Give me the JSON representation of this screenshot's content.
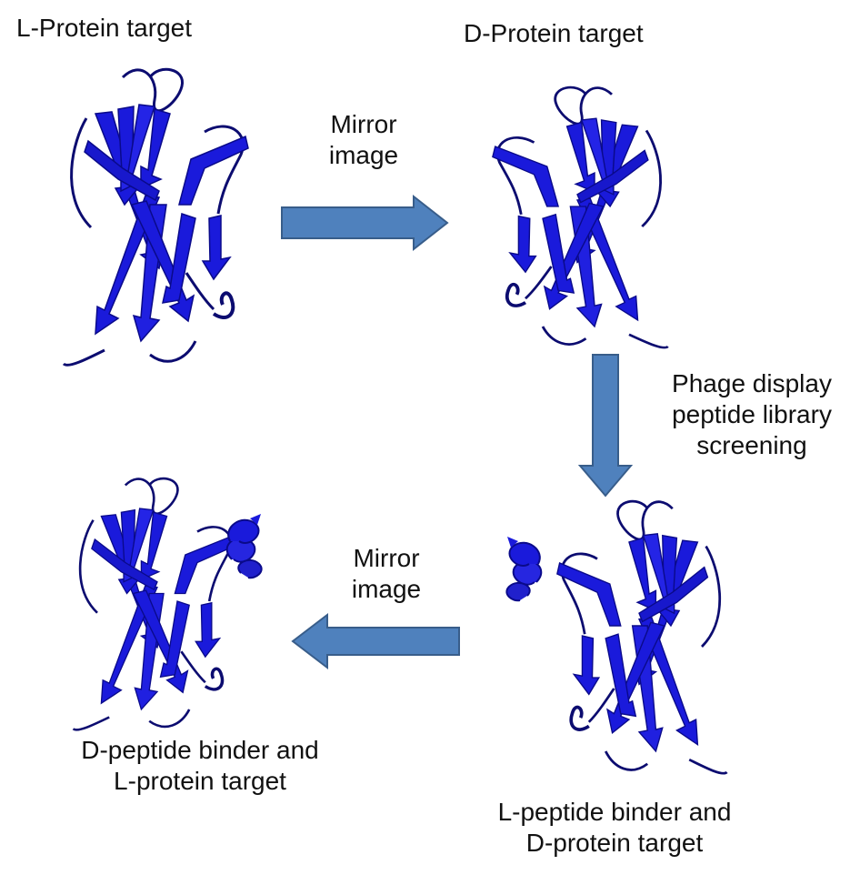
{
  "labels": {
    "l_protein_target": "L-Protein target",
    "d_protein_target": "D-Protein target",
    "mirror_image_top": [
      "Mirror",
      "image"
    ],
    "phage_display": [
      "Phage display",
      "peptide library",
      "screening"
    ],
    "mirror_image_bottom": [
      "Mirror",
      "image"
    ],
    "d_peptide_complex": [
      "D-peptide binder and",
      "L-protein target"
    ],
    "l_peptide_complex": [
      "L-peptide binder and",
      "D-protein target"
    ]
  },
  "colors": {
    "ribbon": "#1a1adb",
    "ribbon_dark": "#0a0a8a",
    "loop": "#0c0c70",
    "arrow_fill": "#4f81bd",
    "arrow_stroke": "#385d8a"
  },
  "icons": {
    "l_protein": "protein-ribbon-structure",
    "d_protein": "protein-ribbon-structure-mirrored",
    "d_peptide_complex": "protein-peptide-complex",
    "l_peptide_complex": "protein-peptide-complex-mirrored"
  }
}
